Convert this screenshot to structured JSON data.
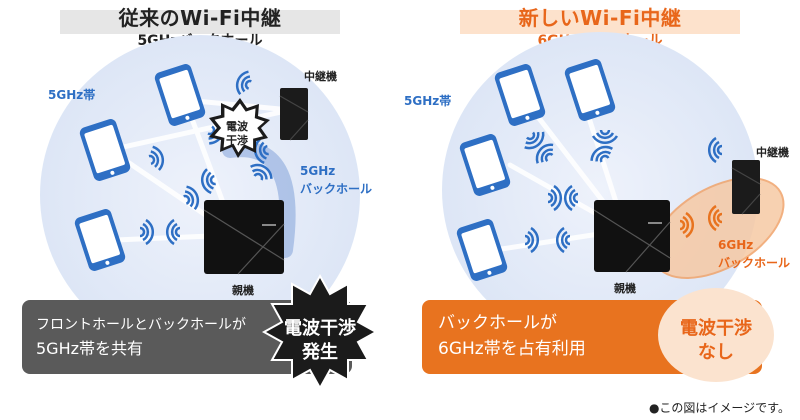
{
  "left": {
    "title": "従来のWi-Fi中継",
    "subtitle": "5GHzバックホール",
    "band_label": "5GHz帯",
    "repeater_label": "中継機",
    "backhaul_label_line1": "5GHz",
    "backhaul_label_line2": "バックホール",
    "parent_label": "親機",
    "interference_burst_line1": "電波",
    "interference_burst_line2": "干渉",
    "info_line1": "フロントホールとバックホールが",
    "info_line2": "5GHz帯を共有",
    "badge_line1": "電波干渉",
    "badge_line2": "発生",
    "colors": {
      "title_bg": "#e6e6e6",
      "box": "#5a5a5a",
      "accent": "#2e6fc4"
    }
  },
  "right": {
    "title": "新しいWi-Fi中継",
    "subtitle": "6GHzバックホール",
    "band_label": "5GHz帯",
    "repeater_label": "中継機",
    "backhaul_label_line1": "6GHz",
    "backhaul_label_line2": "バックホール",
    "parent_label": "親機",
    "info_line1": "バックホールが",
    "info_line2": "6GHz帯を占有利用",
    "badge_line1": "電波干渉",
    "badge_line2": "なし",
    "colors": {
      "title_bg": "#fde2cc",
      "title_text": "#e8661a",
      "box": "#e8731f",
      "badge": "#fbe3cf"
    }
  },
  "note": "●この図はイメージです。"
}
